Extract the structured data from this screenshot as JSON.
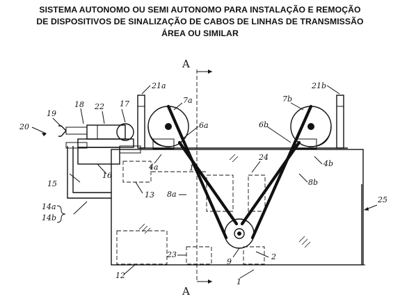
{
  "title": {
    "line1": "SISTEMA AUTONOMO OU SEMI AUTONOMO PARA INSTALAÇÃO E REMOÇÃO",
    "line2": "DE DISPOSITIVOS DE SINALIZAÇÃO DE CABOS DE LINHAS DE TRANSMISSÃO",
    "line3": "ÁREA OU SIMILAR"
  },
  "labels": {
    "section_top": "A",
    "section_bottom": "A",
    "l1": "1",
    "l2": "2",
    "l4a": "4a",
    "l4b": "4b",
    "l6a": "6a",
    "l6b": "6b",
    "l7a": "7a",
    "l7b": "7b",
    "l8a": "8a",
    "l8b": "8b",
    "l9": "9",
    "l11": "11",
    "l12": "12",
    "l13": "13",
    "l14a": "14a",
    "l14b": "14b",
    "l15": "15",
    "l16": "16",
    "l17": "17",
    "l18": "18",
    "l19": "19",
    "l20": "20",
    "l21a": "21a",
    "l21b": "21b",
    "l22": "22",
    "l23": "23",
    "l24": "24",
    "l25": "25"
  }
}
